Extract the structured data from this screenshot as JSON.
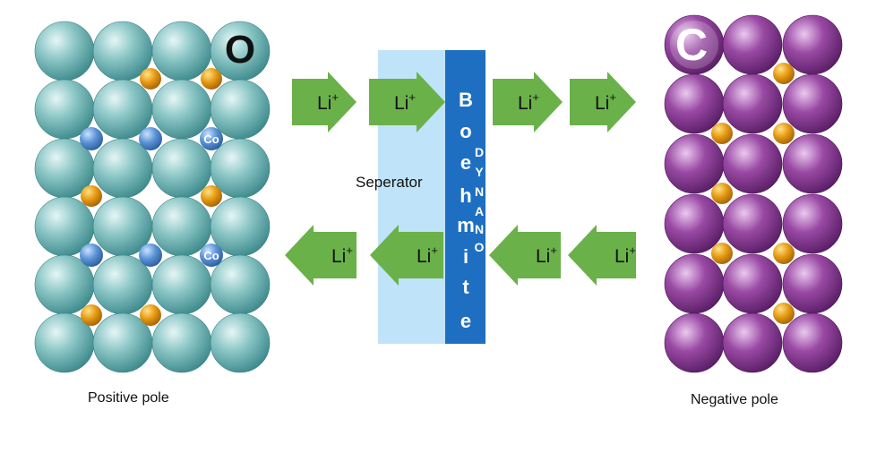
{
  "diagram": {
    "atom_marks": {
      "positive": "O",
      "negative": "C",
      "cobalt": "Co"
    },
    "ion_label": "Li",
    "ion_charge": "+",
    "separator_label": "Seperator",
    "boehmite_text": "Boehmite",
    "dynano_text": "DYNANO",
    "positive_label": "Positive pole",
    "negative_label": "Negative pole",
    "colors": {
      "oxygen_atom": "#6fb3b3",
      "carbon_atom": "#8a3f93",
      "lithium_atom": "#d98c0c",
      "cobalt_atom": "#4f87c8",
      "arrow": "#6ab14a",
      "separator": "#bfe3f8",
      "boehmite": "#1e6fc1"
    }
  }
}
